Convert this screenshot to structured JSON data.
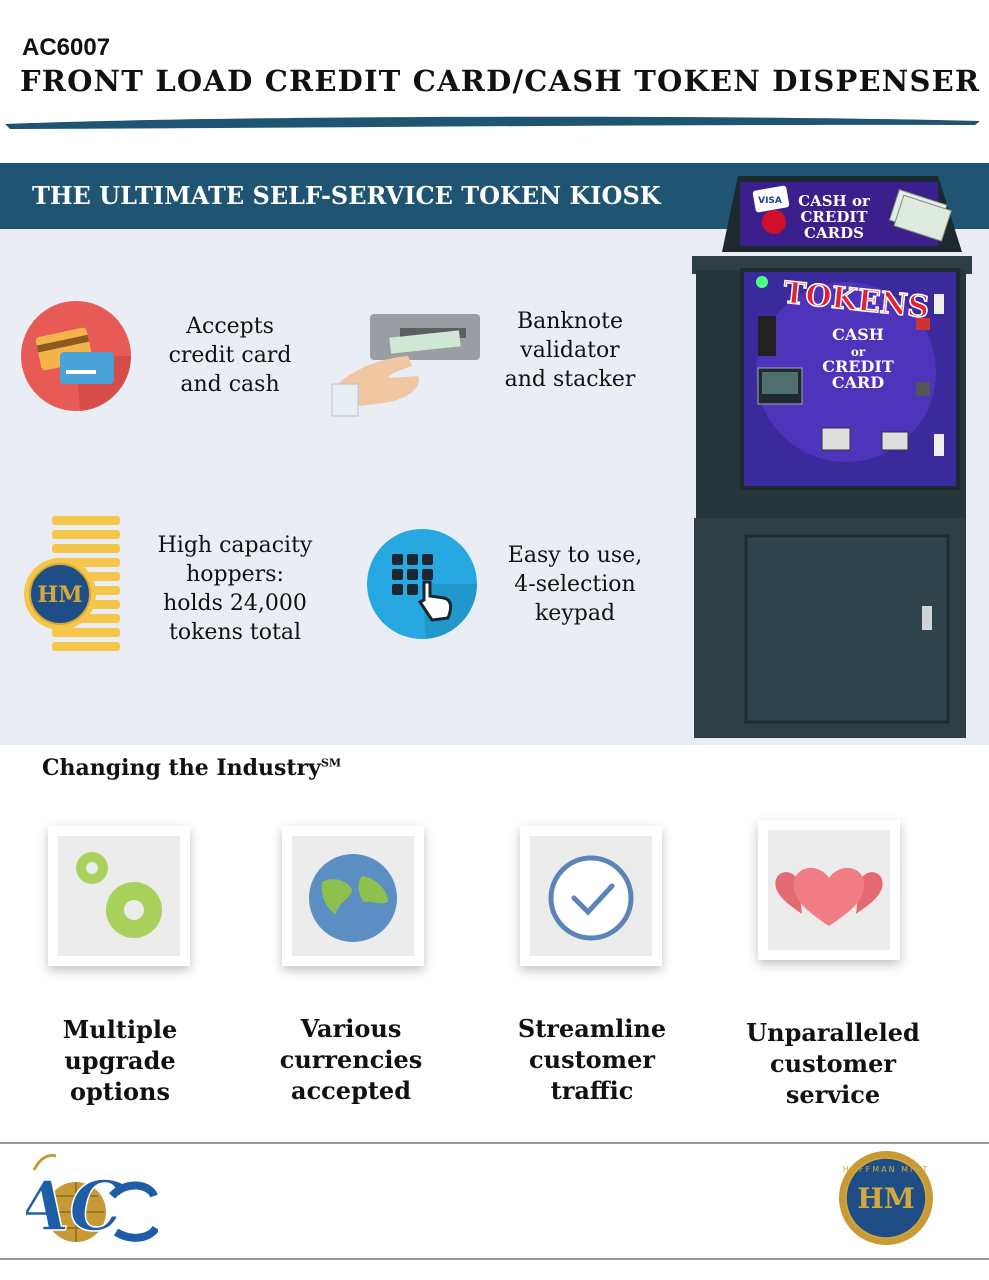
{
  "header": {
    "model": "AC6007",
    "title": "FRONT LOAD CREDIT CARD/CASH TOKEN DISPENSER"
  },
  "banner": {
    "text": "THE ULTIMATE SELF-SERVICE TOKEN KIOSK"
  },
  "features": [
    {
      "line1": "Accepts",
      "line2": "credit card",
      "line3": "and cash",
      "icon": "credit-card-icon"
    },
    {
      "line1": "Banknote",
      "line2": "validator",
      "line3": "and stacker",
      "icon": "banknote-hand-icon"
    },
    {
      "line1": "High capacity",
      "line2": "hoppers:",
      "line3": "holds 24,000",
      "line4": "tokens total",
      "icon": "token-stack-icon"
    },
    {
      "line1": "Easy to use,",
      "line2": "4-selection",
      "line3": "keypad",
      "icon": "keypad-icon"
    }
  ],
  "kiosk": {
    "topper": {
      "line1": "CASH or",
      "line2": "CREDIT",
      "line3": "CARDS",
      "card_brand": "VISA"
    },
    "screen": {
      "title": "TOKENS",
      "line1": "CASH",
      "line2": "or",
      "line3": "CREDIT",
      "line4": "CARD"
    }
  },
  "industry": {
    "heading": "Changing the Industry",
    "mark": "SM",
    "cards": [
      {
        "line1": "Multiple",
        "line2": "upgrade",
        "line3": "options",
        "icon": "gears-icon"
      },
      {
        "line1": "Various",
        "line2": "currencies",
        "line3": "accepted",
        "icon": "globe-icon"
      },
      {
        "line1": "Streamline",
        "line2": "customer",
        "line3": "traffic",
        "icon": "clock-icon"
      },
      {
        "line1": "Unparalleled",
        "line2": "customer",
        "line3": "service",
        "icon": "hearts-icon"
      }
    ]
  },
  "footer": {
    "left_logo": "AC",
    "right_logo": "HM",
    "right_logo_ring": "HOFFMAN MINT"
  },
  "colors": {
    "banner": "#1f5472",
    "panel": "#eaeef4",
    "kiosk_body": "#2d3f45"
  }
}
